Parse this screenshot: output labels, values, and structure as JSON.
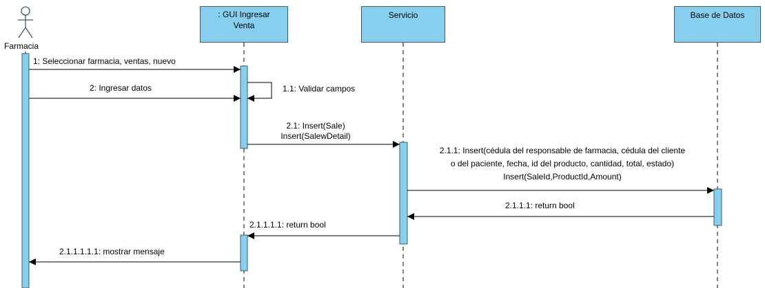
{
  "actor": {
    "name": "Farmacia"
  },
  "lifelines": {
    "gui": {
      "line1": ": GUI Ingresar",
      "line2": "Venta"
    },
    "servicio": {
      "name": "Servicio"
    },
    "base": {
      "name": "Base de Datos"
    }
  },
  "messages": {
    "m1": "1: Seleccionar farmacia, ventas, nuevo",
    "m2": "2: Ingresar datos",
    "m11": "1.1: Validar campos",
    "m21_a": "2.1: Insert(Sale)",
    "m21_b": "Insert(SalewDetail)",
    "m211_a": "2.1.1: Insert(cédula del responsable de farmacia, cédula del cliente",
    "m211_b": "o del paciente, fecha, id del producto, cantidad, total, estado)",
    "m211_c": "Insert(SaleId,ProductId,Amount)",
    "r2111": "2.1.1.1: return bool",
    "r21111": "2.1.1.1.1: return bool",
    "r211111": "2.1.1.1.1.1: mostrar mensaje"
  },
  "colors": {
    "fill": "#87cfee",
    "stroke": "#3b5b6b",
    "line": "#000000"
  }
}
